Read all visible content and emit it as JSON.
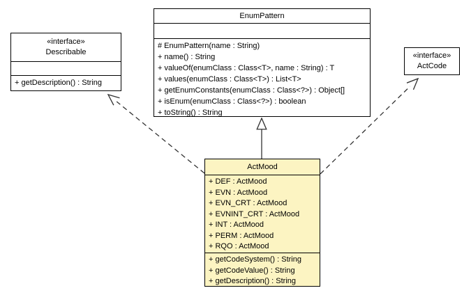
{
  "classes": [
    {
      "name": "Describable",
      "stereotype": "«interface»",
      "fields": [],
      "methods": [
        "+ getDescription() : String"
      ]
    },
    {
      "name": "EnumPattern",
      "stereotype": "",
      "fields": [],
      "methods": [
        "# EnumPattern(name : String)",
        "+ name() : String",
        "+ valueOf(enumClass : Class<T>, name : String) : T",
        "+ values(enumClass : Class<T>) : List<T>",
        "+ getEnumConstants(enumClass : Class<?>) : Object[]",
        "+ isEnum(enumClass : Class<?>) : boolean",
        "+ toString() : String"
      ]
    },
    {
      "name": "ActCode",
      "stereotype": "«interface»",
      "fields": [],
      "methods": []
    },
    {
      "name": "ActMood",
      "stereotype": "",
      "fields": [
        "+ DEF : ActMood",
        "+ EVN : ActMood",
        "+ EVN_CRT : ActMood",
        "+ EVNINT_CRT : ActMood",
        "+ INT : ActMood",
        "+ PERM : ActMood",
        "+ RQO : ActMood"
      ],
      "methods": [
        "+ getCodeSystem() : String",
        "+ getCodeValue() : String",
        "+ getDescription() : String"
      ]
    }
  ],
  "relationships": [
    {
      "from": "ActMood",
      "to": "EnumPattern",
      "type": "generalization",
      "line": "solid",
      "arrowhead": "hollow-triangle"
    },
    {
      "from": "ActMood",
      "to": "Describable",
      "type": "realization",
      "line": "dashed",
      "arrowhead": "open-triangle"
    },
    {
      "from": "ActMood",
      "to": "ActCode",
      "type": "realization",
      "line": "dashed",
      "arrowhead": "open-triangle"
    }
  ],
  "colors": {
    "background": "#FFFFFF",
    "box_fill": "#FFFFFF",
    "actmood_fill": "#FCF4C2",
    "border": "#000000",
    "line": "#333333"
  }
}
